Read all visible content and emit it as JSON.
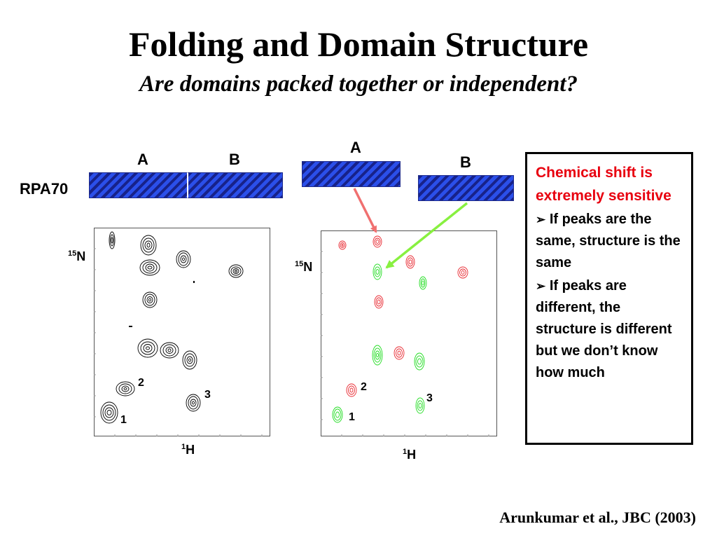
{
  "title": "Folding and Domain Structure",
  "subtitle": "Are domains packed together or independent?",
  "protein_label": "RPA70",
  "domains": {
    "full_a": "A",
    "full_b": "B",
    "iso_a": "A",
    "iso_b": "B"
  },
  "spectra": {
    "y_axis_iso": "15",
    "y_axis_elem": "N",
    "x_axis_iso": "1",
    "x_axis_elem": "H",
    "peak_labels": [
      "1",
      "2",
      "3"
    ]
  },
  "colors": {
    "domain_fill": "#2747e0",
    "domain_a_peaks": "#e8262e",
    "domain_b_peaks": "#22dd22",
    "full_protein_peaks": "#000000",
    "arrow_a": "#f07070",
    "arrow_b": "#88f040",
    "infobox_heading": "#e8000f"
  },
  "infobox": {
    "heading": "Chemical shift is extremely sensitive",
    "bullet_icon": "arrow-bullet-icon",
    "bullet_mark": "➢",
    "bullets": [
      "If peaks are the same, structure is the same",
      "If peaks are different, the structure is different but we don’t know how much"
    ]
  },
  "citation": "Arunkumar et al., JBC (2003)"
}
